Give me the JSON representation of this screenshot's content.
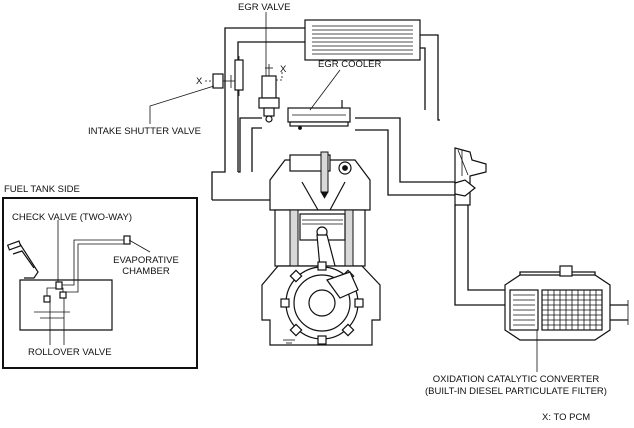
{
  "labels": {
    "egr_valve": "EGR VALVE",
    "egr_cooler": "EGR COOLER",
    "intake_shutter_valve": "INTAKE SHUTTER VALVE",
    "fuel_tank_side": "FUEL TANK SIDE",
    "check_valve": "CHECK VALVE (TWO-WAY)",
    "evaporative_line1": "EVAPORATIVE",
    "evaporative_line2": "CHAMBER",
    "rollover_valve": "ROLLOVER VALVE",
    "oxidation_line1": "OXIDATION CATALYTIC CONVERTER",
    "oxidation_line2": "(BUILT-IN DIESEL PARTICULATE FILTER)",
    "to_pcm_legend": "X:  TO PCM",
    "pcm_marker": "X"
  },
  "colors": {
    "line": "#111111",
    "background": "#ffffff"
  }
}
